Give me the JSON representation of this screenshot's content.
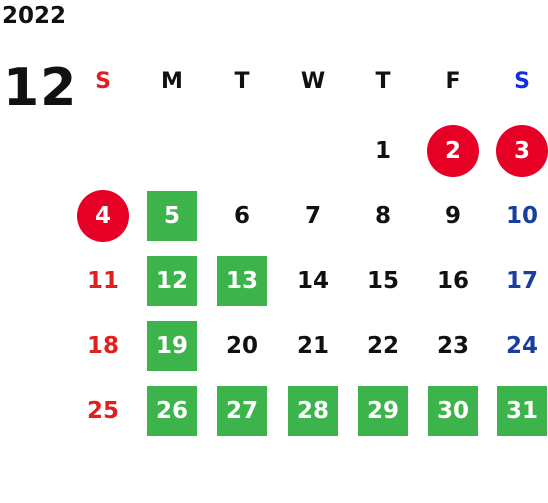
{
  "year": "2022",
  "month": "12",
  "colors": {
    "red": "#e02020",
    "blue": "#1a3fa0",
    "blue_header": "#1030e0",
    "black": "#111111",
    "holiday_circle": "#e60026",
    "highlight_square": "#3cb44b"
  },
  "weekdays": [
    {
      "label": "S",
      "color": "#e02020"
    },
    {
      "label": "M",
      "color": "#111111"
    },
    {
      "label": "T",
      "color": "#111111"
    },
    {
      "label": "W",
      "color": "#111111"
    },
    {
      "label": "T",
      "color": "#111111"
    },
    {
      "label": "F",
      "color": "#111111"
    },
    {
      "label": "S",
      "color": "#1030e0"
    }
  ],
  "weeks": [
    [
      null,
      null,
      null,
      null,
      {
        "d": "1"
      },
      {
        "d": "2",
        "mark": "circle"
      },
      {
        "d": "3",
        "mark": "circle"
      }
    ],
    [
      {
        "d": "4",
        "mark": "circle"
      },
      {
        "d": "5",
        "mark": "square"
      },
      {
        "d": "6"
      },
      {
        "d": "7"
      },
      {
        "d": "8"
      },
      {
        "d": "9"
      },
      {
        "d": "10"
      }
    ],
    [
      {
        "d": "11"
      },
      {
        "d": "12",
        "mark": "square"
      },
      {
        "d": "13",
        "mark": "square"
      },
      {
        "d": "14"
      },
      {
        "d": "15"
      },
      {
        "d": "16"
      },
      {
        "d": "17"
      }
    ],
    [
      {
        "d": "18"
      },
      {
        "d": "19",
        "mark": "square"
      },
      {
        "d": "20"
      },
      {
        "d": "21"
      },
      {
        "d": "22"
      },
      {
        "d": "23"
      },
      {
        "d": "24"
      }
    ],
    [
      {
        "d": "25"
      },
      {
        "d": "26",
        "mark": "square"
      },
      {
        "d": "27",
        "mark": "square"
      },
      {
        "d": "28",
        "mark": "square"
      },
      {
        "d": "29",
        "mark": "square"
      },
      {
        "d": "30",
        "mark": "square"
      },
      {
        "d": "31",
        "mark": "square"
      }
    ]
  ]
}
